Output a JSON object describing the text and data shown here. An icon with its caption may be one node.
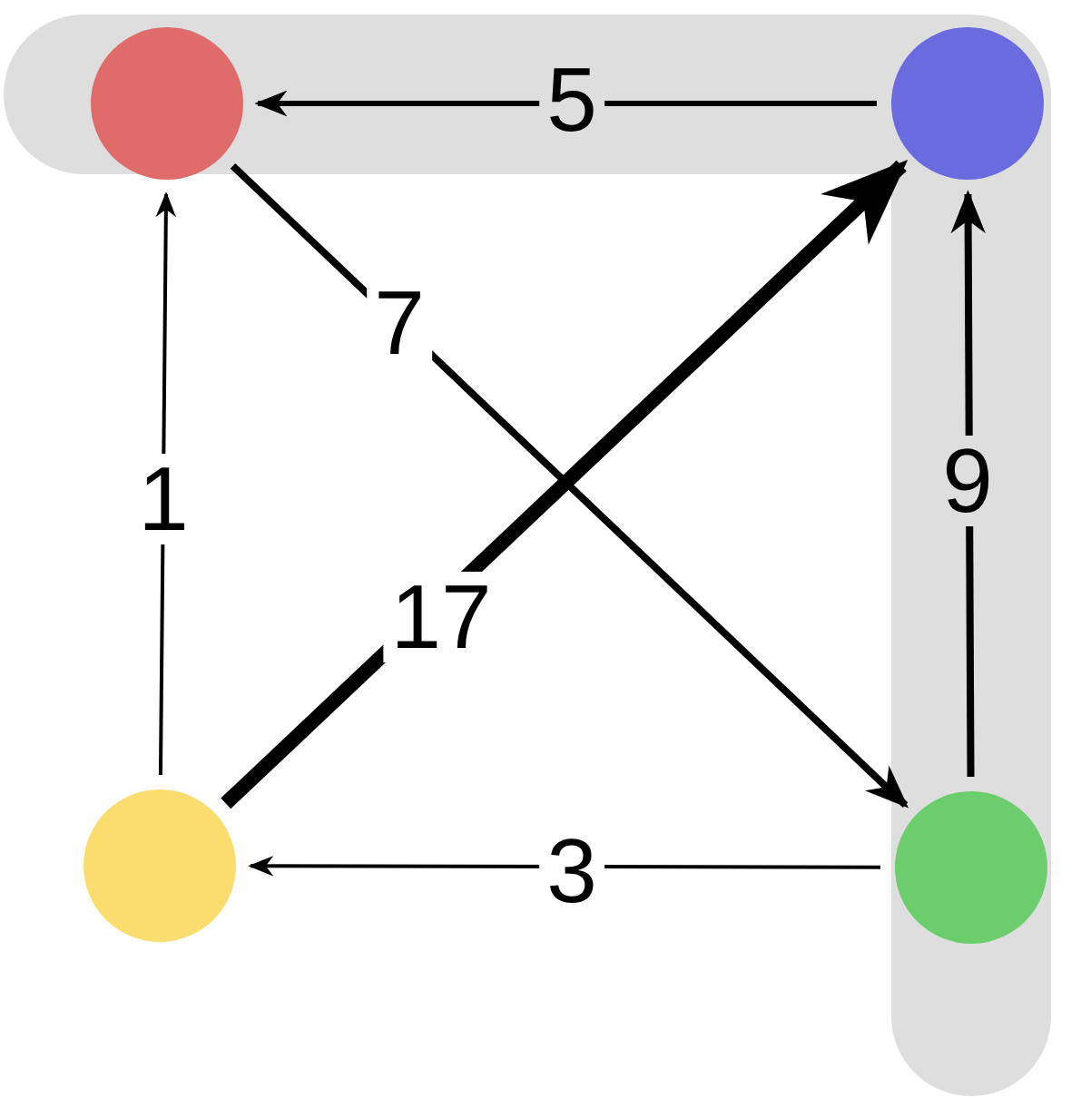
{
  "diagram": {
    "nodes": [
      {
        "text": [],
        "shape": "circle"
      },
      {
        "text": [],
        "shape": "circle"
      },
      {
        "text": [],
        "shape": "circle"
      },
      {
        "text": [],
        "shape": "circle"
      }
    ],
    "edges": [
      {
        "from": 1,
        "to": 0,
        "arrow": "to",
        "label": "5"
      },
      {
        "from": 0,
        "to": 3,
        "arrow": "to",
        "label": "7"
      },
      {
        "from": 2,
        "to": 0,
        "arrow": "to",
        "label": "1"
      },
      {
        "from": 2,
        "to": 1,
        "arrow": "to",
        "label": "17",
        "style": "thick"
      },
      {
        "from": 3,
        "to": 1,
        "arrow": "to",
        "label": "9"
      },
      {
        "from": 3,
        "to": 2,
        "arrow": "to",
        "label": "3"
      }
    ]
  }
}
